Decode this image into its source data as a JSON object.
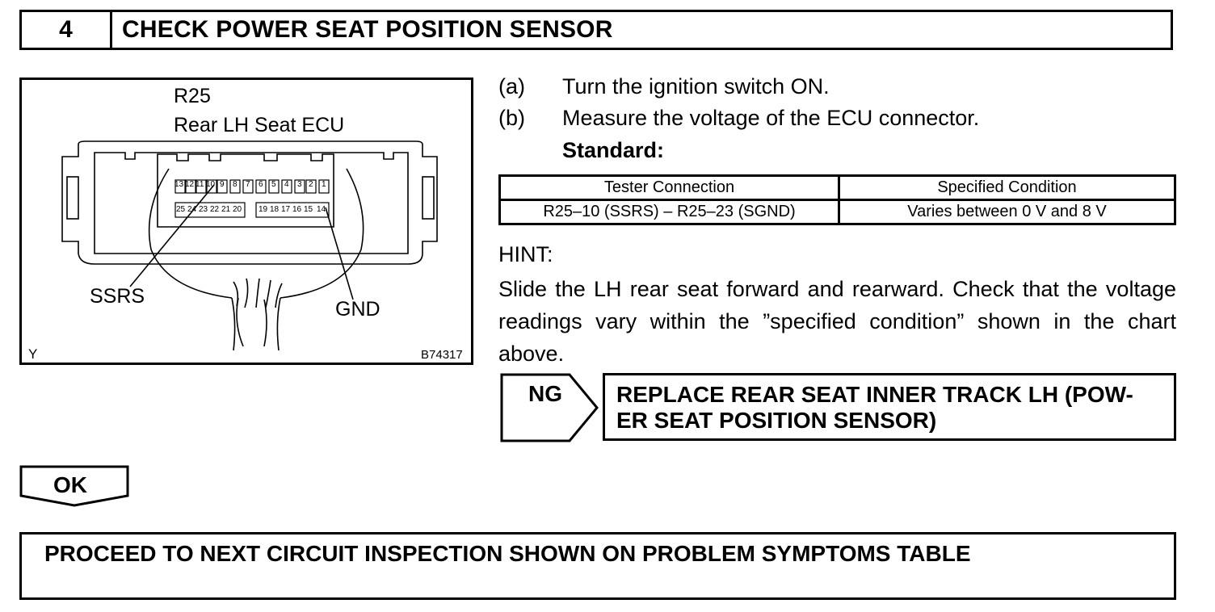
{
  "header": {
    "step_number": "4",
    "title": "CHECK POWER SEAT POSITION SENSOR"
  },
  "diagram": {
    "connector_code": "R25",
    "connector_name": "Rear LH Seat ECU",
    "top_row_pins": [
      "13",
      "12",
      "11",
      "10",
      "9",
      "8",
      "7",
      "6",
      "5",
      "4",
      "3",
      "2",
      "1"
    ],
    "bottom_left_pins": [
      "25",
      "24",
      "23",
      "22",
      "21",
      "20"
    ],
    "bottom_right_pins": [
      "19",
      "18",
      "17",
      "16",
      "15",
      "14"
    ],
    "label_left": "SSRS",
    "label_right": "GND",
    "corner_mark": "Y",
    "figure_id": "B74317"
  },
  "procedure": [
    {
      "label": "(a)",
      "text": "Turn the ignition switch ON."
    },
    {
      "label": "(b)",
      "text": "Measure the voltage of the ECU connector."
    }
  ],
  "standard_label": "Standard:",
  "spec_table": {
    "headers": [
      "Tester Connection",
      "Specified Condition"
    ],
    "rows": [
      [
        "R25–10 (SSRS) – R25–23 (SGND)",
        "Varies between 0 V and 8 V"
      ]
    ]
  },
  "hint": {
    "label": "HINT:",
    "text": "Slide the LH rear seat forward and rearward. Check that the voltage readings vary within the ”specified condition” shown in the chart above."
  },
  "ng": {
    "label": "NG",
    "line1": "REPLACE REAR SEAT INNER TRACK LH (POW-",
    "line2": "ER SEAT POSITION SENSOR)"
  },
  "ok": {
    "label": "OK"
  },
  "proceed": {
    "text": "PROCEED TO NEXT CIRCUIT INSPECTION SHOWN ON PROBLEM SYMPTOMS TABLE"
  }
}
